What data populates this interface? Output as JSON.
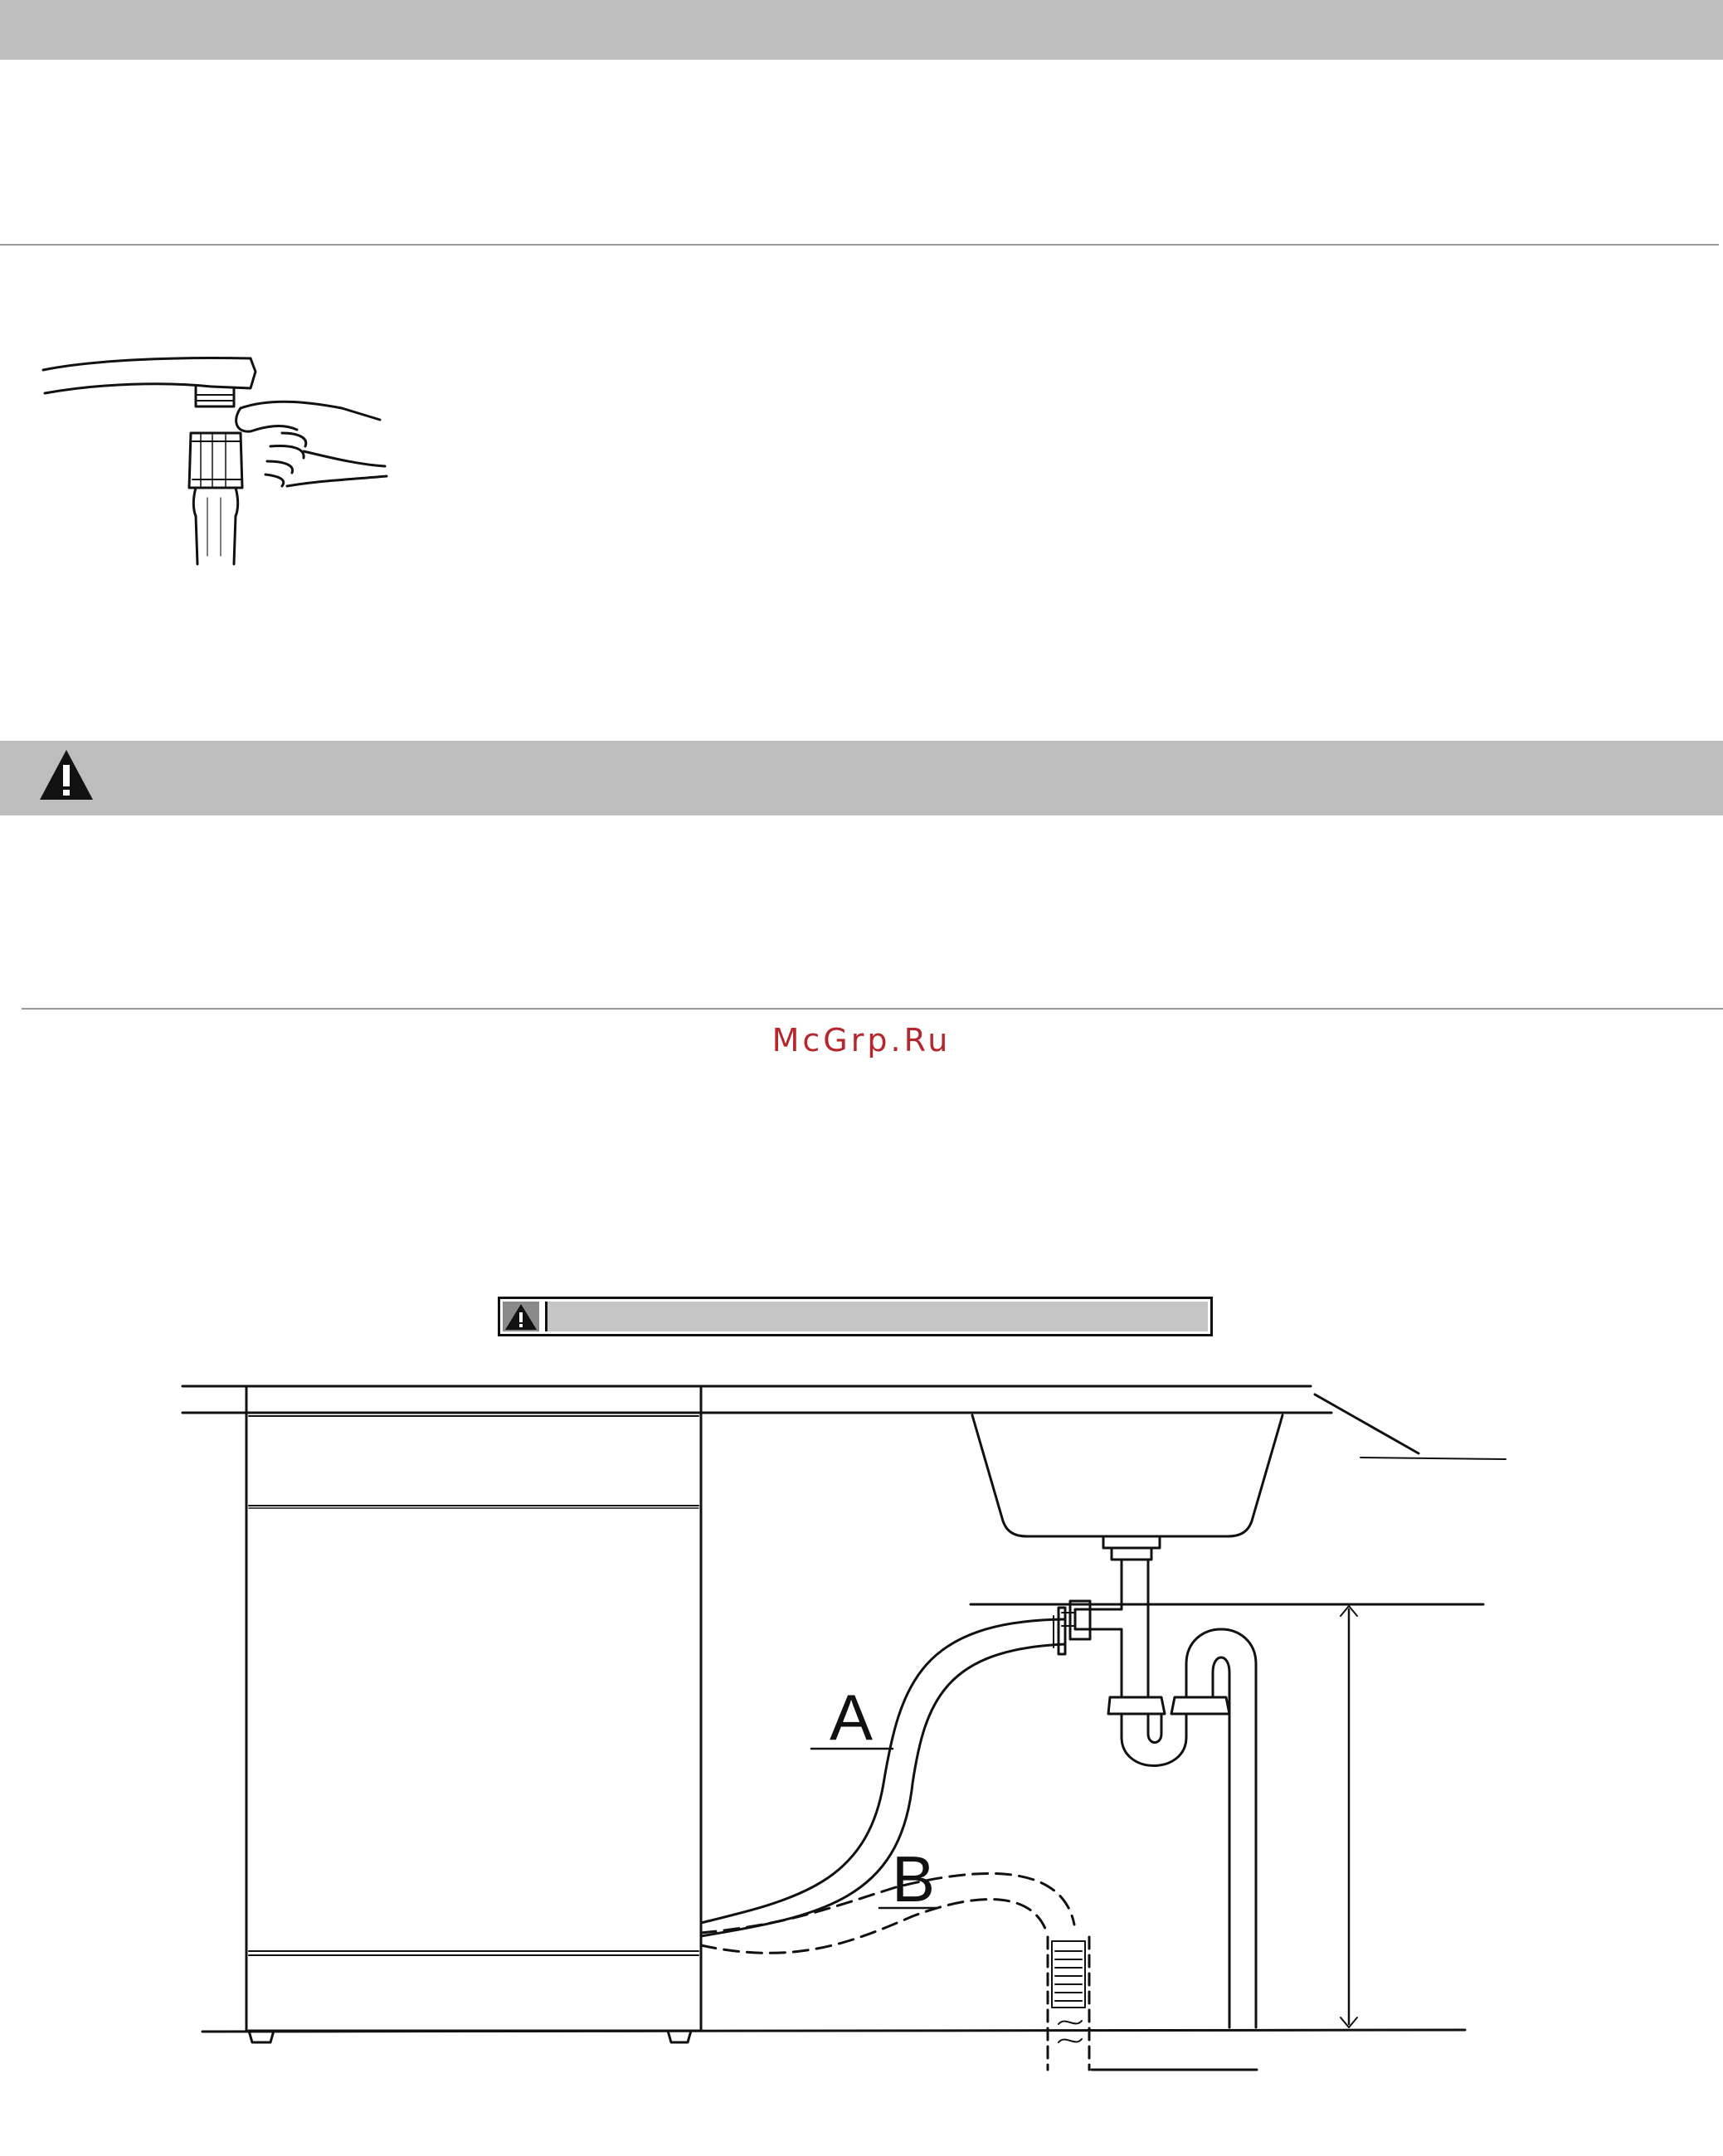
{
  "watermark": {
    "text": "McGrp.Ru"
  },
  "figures": {
    "faucet": {
      "icon": "faucet-hose-connection-illustration"
    },
    "drain": {
      "icon": "drain-hose-installation-diagram",
      "labels": {
        "a": "A",
        "b": "B"
      }
    }
  },
  "icons": {
    "warning": "warning-triangle-icon"
  },
  "colors": {
    "band": "#bdbdbd",
    "rule": "#9a9a9a",
    "watermark": "#b5272d",
    "line": "#111111"
  }
}
